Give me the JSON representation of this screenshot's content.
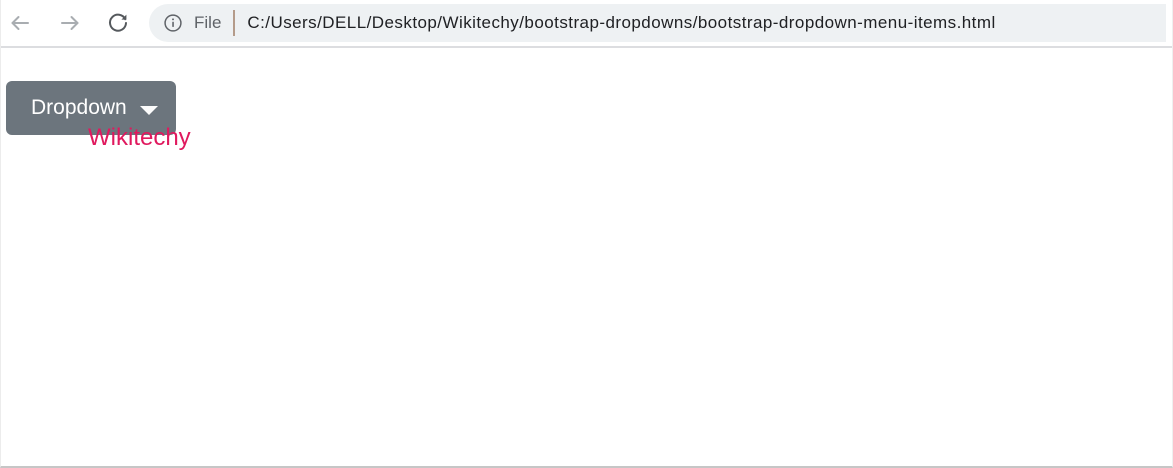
{
  "browser": {
    "toolbar": {
      "back_icon": "back-arrow",
      "forward_icon": "forward-arrow",
      "reload_icon": "reload",
      "address_bar": {
        "info_icon": "page-info",
        "scheme_label": "File",
        "url": "C:/Users/DELL/Desktop/Wikitechy/bootstrap-dropdowns/bootstrap-dropdown-menu-items.html"
      }
    }
  },
  "page": {
    "dropdown_button": {
      "label": "Dropdown"
    },
    "menu_item": {
      "label": "Wikitechy"
    }
  },
  "colors": {
    "button_background": "#6c757d",
    "button_text": "#ffffff",
    "menu_link_pink": "#e0195e",
    "address_bar_background": "#eef1f3",
    "toolbar_divider": "#dcdde0",
    "url_text": "#202124",
    "secondary_text": "#5f6368",
    "disabled_icon": "#a9adb1",
    "active_icon": "#55595d",
    "url_separator_tan": "#b49b8a",
    "bottom_border": "#c6c6c6"
  }
}
